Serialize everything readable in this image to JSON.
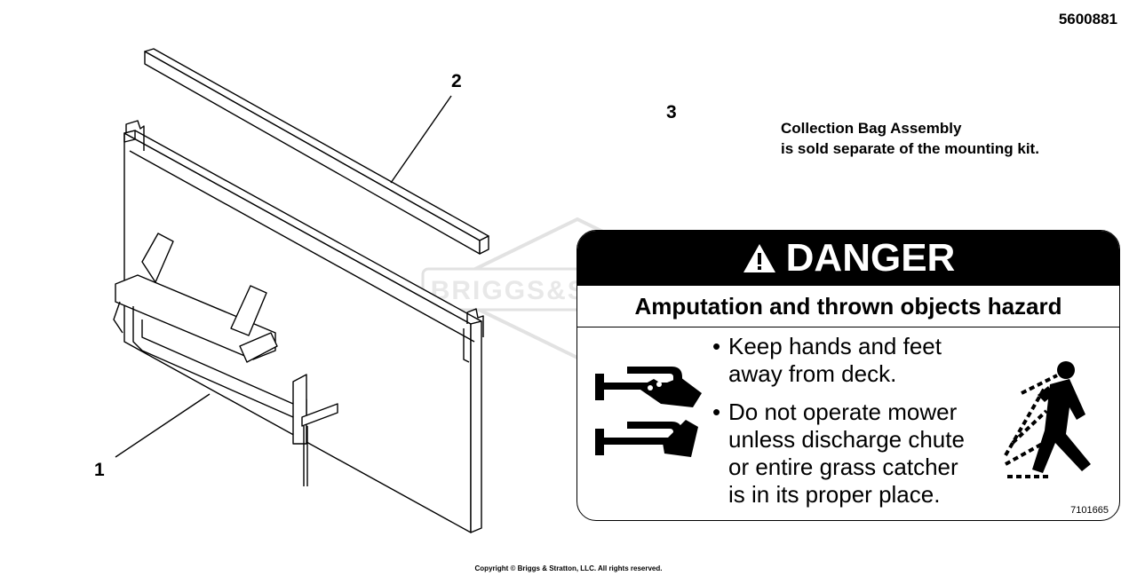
{
  "diagram_number": "5600881",
  "callouts": {
    "item1": "1",
    "item2": "2",
    "item3": "3"
  },
  "watermark": {
    "text": "BRIGGS&STRATTON"
  },
  "note": {
    "line1": "Collection Bag Assembly",
    "line2": "is sold separate of the mounting kit."
  },
  "decal": {
    "signal_word": "DANGER",
    "hazard": "Amputation and thrown objects hazard",
    "bullet1": {
      "line1": "Keep hands and feet",
      "line2": "away from deck."
    },
    "bullet2": {
      "line1": "Do not operate mower",
      "line2": "unless discharge chute",
      "line3": "or entire grass catcher",
      "line4": "is in its proper place."
    },
    "part_number": "7101665"
  },
  "copyright": "Copyright © Briggs & Stratton, LLC. All rights reserved."
}
